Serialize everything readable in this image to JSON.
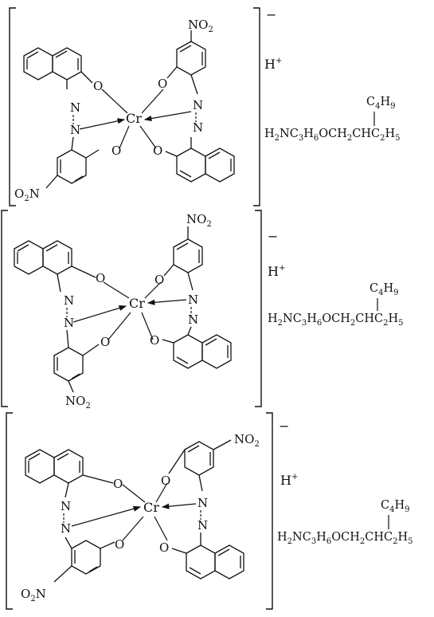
{
  "colors": {
    "ink": "#111111",
    "paper": "#ffffff"
  },
  "labels": {
    "metal": "Cr",
    "oxygen": "O",
    "azo_n": "N",
    "nitro": "NO",
    "nitro_sub": "2",
    "nitro_left": "O",
    "nitro_left_sub": "2",
    "nitro_left_n": "N",
    "charge": "−",
    "proton": "H",
    "proton_sup": "+"
  },
  "amine": {
    "H": "H",
    "s1": "2",
    "NC": "NC",
    "s2": "3",
    "H2": "H",
    "s3": "6",
    "OCH": "OCH",
    "s4": "2",
    "CHC": "CHC",
    "s5": "2",
    "H3": "H",
    "s6": "5",
    "branch_C": "C",
    "branch_s1": "4",
    "branch_H": "H",
    "branch_s2": "9"
  },
  "structures": [
    {
      "id": "isomer-1",
      "nitro_top_right": true,
      "nitro_bottom_left": true
    },
    {
      "id": "isomer-2",
      "nitro_top_right": true,
      "nitro_bottom_left": true
    },
    {
      "id": "isomer-3",
      "nitro_top_right": true,
      "nitro_bottom_left": true
    }
  ]
}
